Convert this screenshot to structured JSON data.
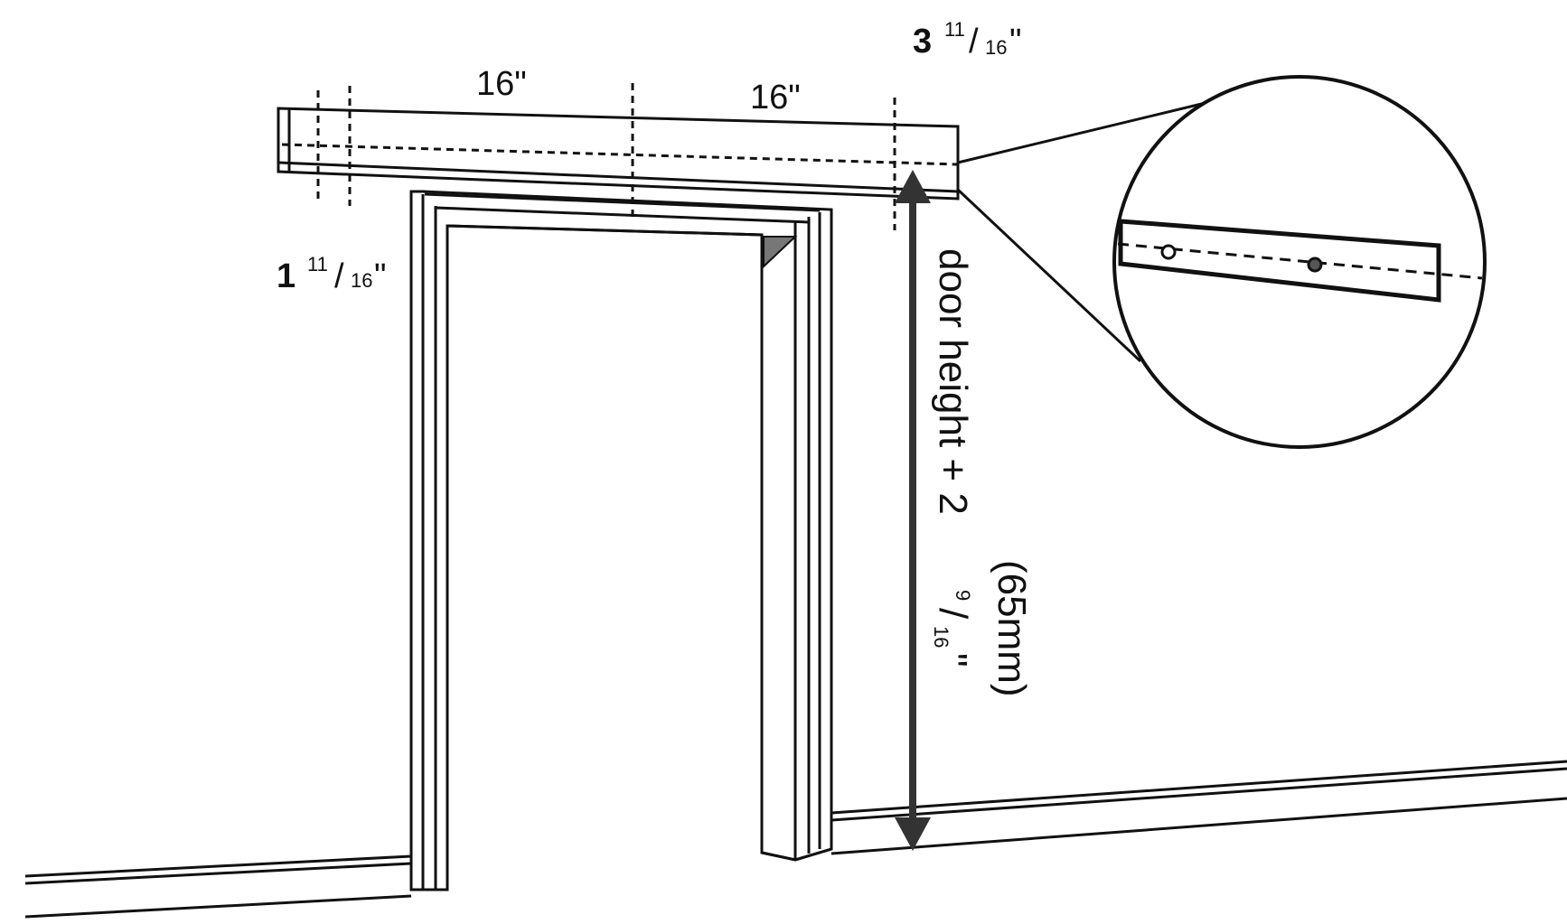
{
  "diagram": {
    "dimension_labels": {
      "left_end_whole": "1",
      "left_end_fraction_num": "11",
      "left_end_fraction_den": "16",
      "spacing_1": "16\"",
      "spacing_2": "16\"",
      "right_end_whole": "3",
      "right_end_fraction_num": "11",
      "right_end_fraction_den": "16",
      "inch_mark": "\""
    },
    "height_label": {
      "main": "door height + 2",
      "fraction_num": "9",
      "fraction_den": "16",
      "inch_mark": "\"",
      "metric": "(65mm)"
    }
  },
  "colors": {
    "line": "#111111",
    "background": "#ffffff",
    "shade": "#777777"
  },
  "icons": {
    "arrow": "double-headed-arrow",
    "detail": "magnifier-circle"
  }
}
